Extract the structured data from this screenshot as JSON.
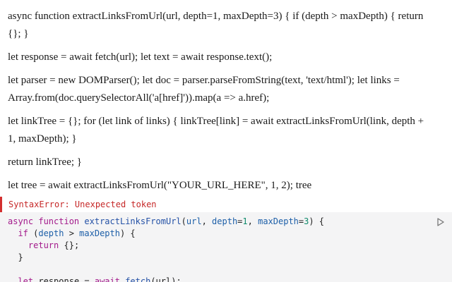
{
  "prose": {
    "paragraphs": [
      "async function extractLinksFromUrl(url, depth=1, maxDepth=3) { if (depth > maxDepth) { return {}; }",
      "let response = await fetch(url); let text = await response.text();",
      "let parser = new DOMParser(); let doc = parser.parseFromString(text, 'text/html'); let links = Array.from(doc.querySelectorAll('a[href]')).map(a => a.href);",
      "let linkTree = {}; for (let link of links) { linkTree[link] = await extractLinksFromUrl(link, depth + 1, maxDepth); }",
      "return linkTree; }",
      "let tree = await extractLinksFromUrl(\"YOUR_URL_HERE\", 1, 2); tree"
    ]
  },
  "error": {
    "message": "SyntaxError: Unexpected token"
  },
  "code": {
    "line1": {
      "kw_async": "async",
      "kw_function": "function",
      "fn_name": "extractLinksFromUrl",
      "open": "(",
      "p1": "url",
      "sep1": ", ",
      "p2": "depth",
      "eq1": "=",
      "v2": "1",
      "sep2": ", ",
      "p3": "maxDepth",
      "eq2": "=",
      "v3": "3",
      "close": ") {"
    },
    "line2": {
      "indent": "  ",
      "kw_if": "if",
      "open": " (",
      "a": "depth",
      "op": " > ",
      "b": "maxDepth",
      "close": ") {"
    },
    "line3": {
      "indent": "    ",
      "kw_return": "return",
      "rest": " {};"
    },
    "line4": {
      "text": "  }"
    },
    "line5": {
      "text": ""
    },
    "line6": {
      "indent": "  ",
      "kw_let": "let",
      "name": " response = ",
      "kw_await": "await",
      "fn": "fetch",
      "rest": "(url);"
    }
  },
  "colors": {
    "error_accent": "#d32f2f",
    "code_background": "#f4f4f5"
  },
  "icons": {
    "run": "play-outline-icon"
  }
}
